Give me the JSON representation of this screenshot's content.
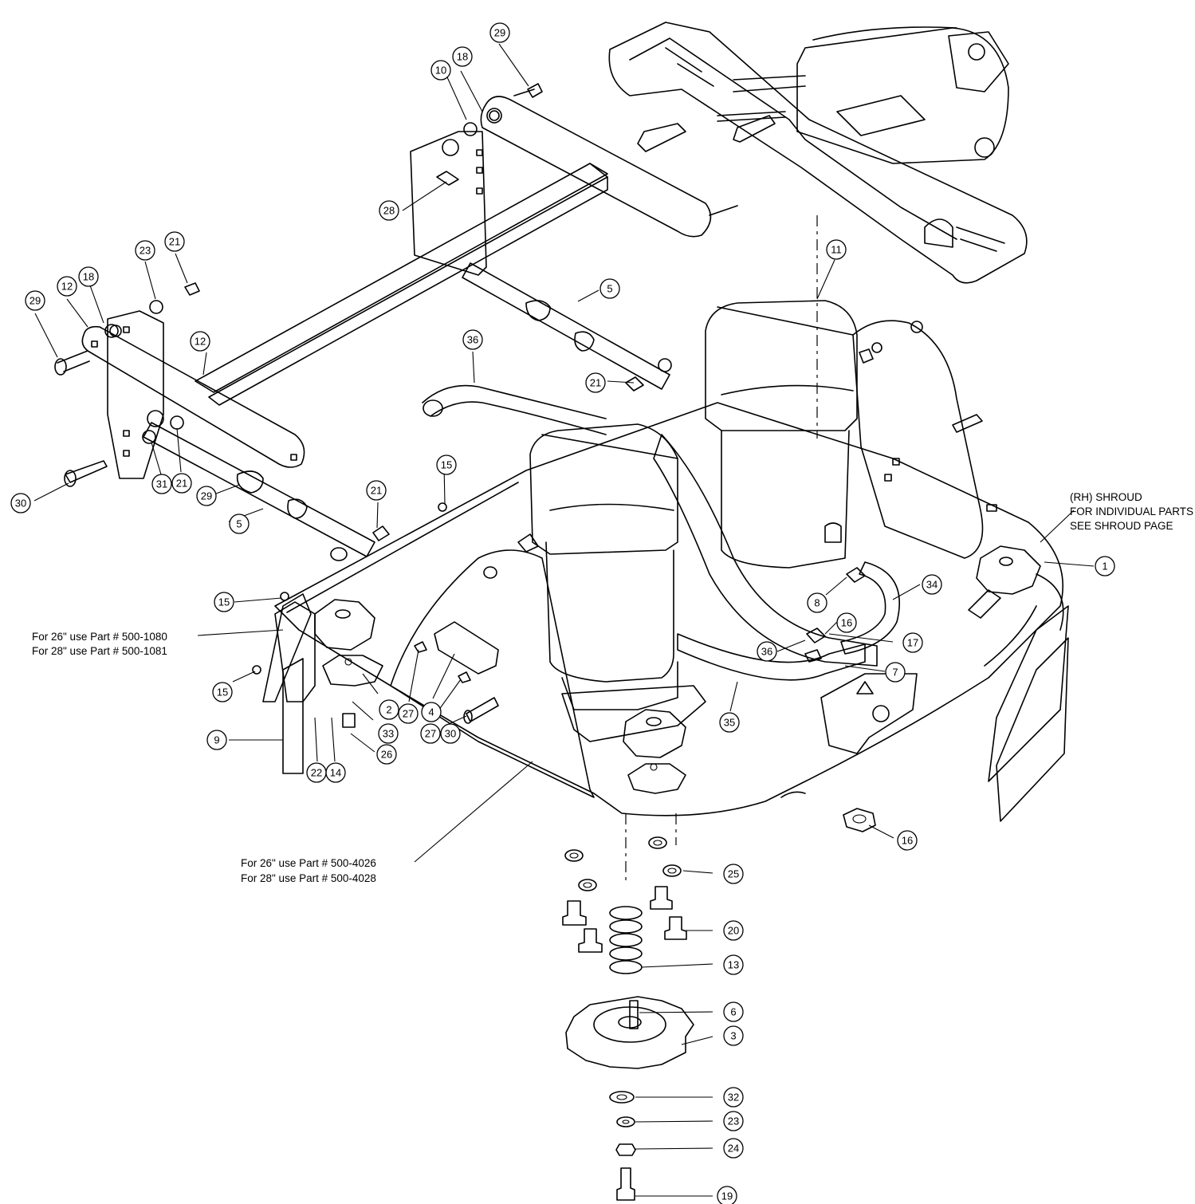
{
  "callouts": [
    "1",
    "2",
    "3",
    "4",
    "5",
    "5",
    "6",
    "7",
    "8",
    "9",
    "10",
    "11",
    "12",
    "12",
    "13",
    "14",
    "15",
    "15",
    "15",
    "16",
    "16",
    "17",
    "18",
    "18",
    "19",
    "20",
    "21",
    "21",
    "21",
    "21",
    "22",
    "23",
    "23",
    "24",
    "25",
    "26",
    "27",
    "27",
    "28",
    "29",
    "29",
    "29",
    "30",
    "30",
    "31",
    "32",
    "33",
    "34",
    "35",
    "36",
    "36"
  ],
  "notes": {
    "shroud_l1": "(RH)  SHROUD",
    "shroud_l2": "FOR INDIVIDUAL PARTS",
    "shroud_l3": "SEE SHROUD PAGE",
    "bracket_l1": "For 26\" use Part # 500-1080",
    "bracket_l2": "For 28\" use Part # 500-1081",
    "deck_l1": "For 26\" use Part # 500-4026",
    "deck_l2": "For 28\" use Part # 500-4028"
  }
}
